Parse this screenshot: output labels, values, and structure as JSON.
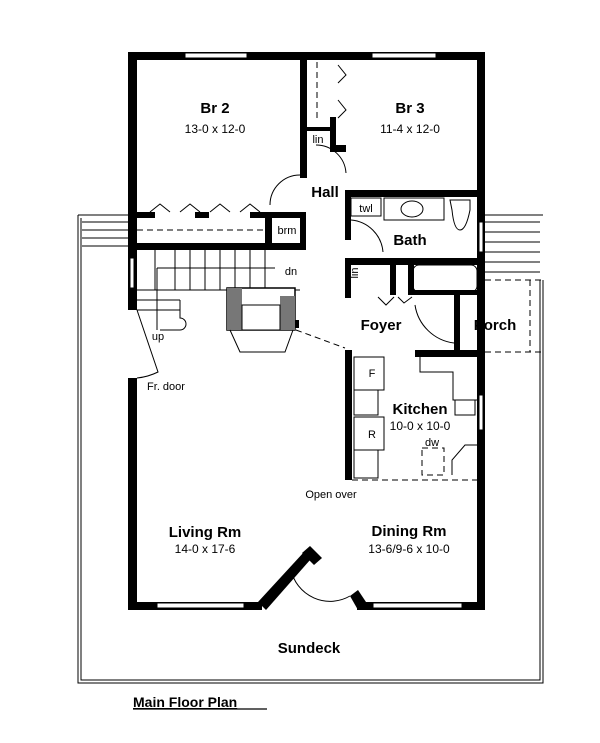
{
  "plan": {
    "title": "Main Floor Plan",
    "rooms": {
      "br2": {
        "name": "Br 2",
        "size": "13-0 x 12-0"
      },
      "br3": {
        "name": "Br 3",
        "size": "11-4 x 12-0"
      },
      "kitchen": {
        "name": "Kitchen",
        "size": "10-0 x 10-0"
      },
      "living": {
        "name": "Living Rm",
        "size": "14-0 x 17-6"
      },
      "dining": {
        "name": "Dining Rm",
        "size": "13-6/9-6 x 10-0"
      },
      "hall": {
        "name": "Hall"
      },
      "bath": {
        "name": "Bath"
      },
      "foyer": {
        "name": "Foyer"
      },
      "porch": {
        "name": "Porch"
      },
      "sundeck": {
        "name": "Sundeck"
      }
    },
    "tags": {
      "lin1": "lin",
      "lin2": "lin",
      "twl": "twl",
      "brm": "brm",
      "dn": "dn",
      "up": "up",
      "fr_door": "Fr. door",
      "fridge": "F",
      "range": "R",
      "dw": "dw",
      "open_over": "Open over"
    }
  }
}
